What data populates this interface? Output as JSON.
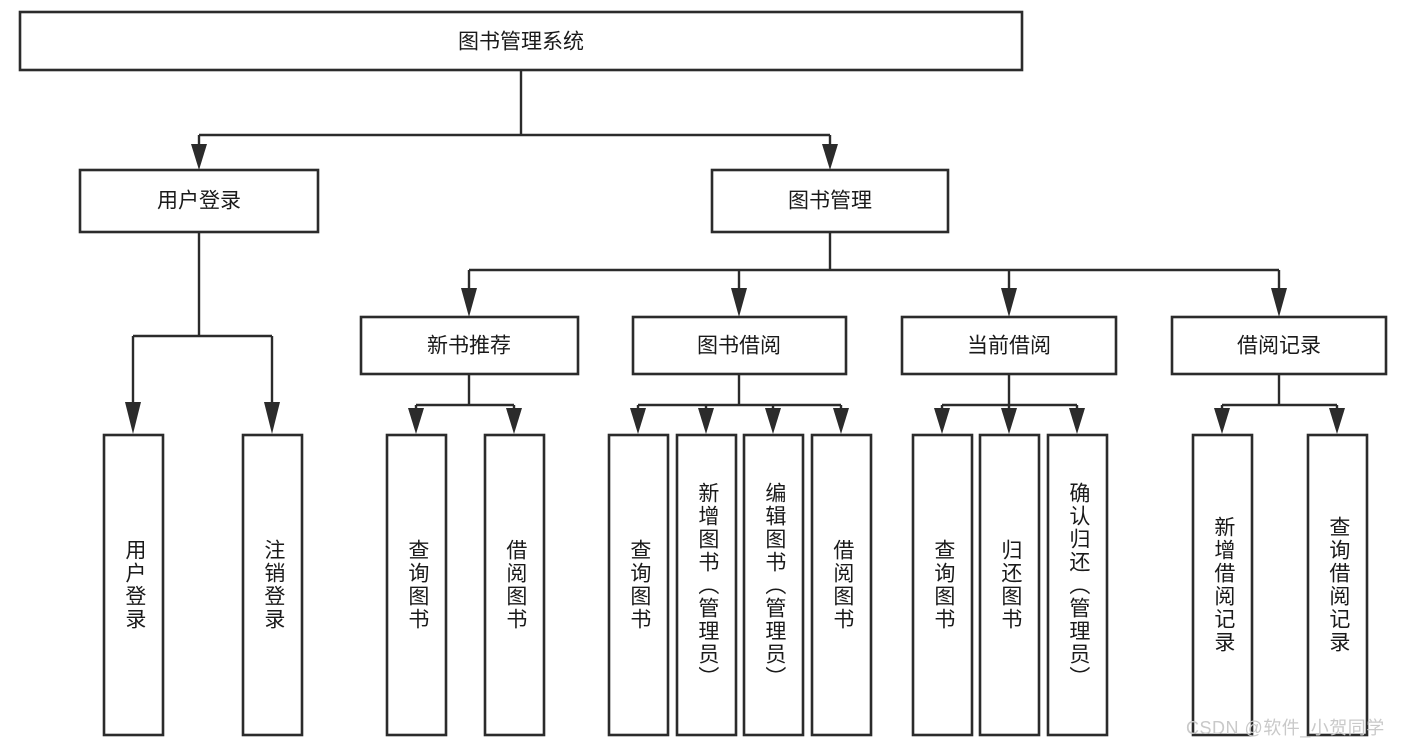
{
  "diagram": {
    "title": "图书管理系统",
    "type": "tree-hierarchy",
    "root": {
      "id": "root",
      "label": "图书管理系统"
    },
    "level2": [
      {
        "id": "user-login",
        "label": "用户登录"
      },
      {
        "id": "book-manage",
        "label": "图书管理"
      }
    ],
    "level3": [
      {
        "id": "new-book-rec",
        "label": "新书推荐",
        "parent": "book-manage"
      },
      {
        "id": "book-borrow",
        "label": "图书借阅",
        "parent": "book-manage"
      },
      {
        "id": "current-borrow",
        "label": "当前借阅",
        "parent": "book-manage"
      },
      {
        "id": "borrow-record",
        "label": "借阅记录",
        "parent": "book-manage"
      }
    ],
    "leaves": [
      {
        "id": "leaf-user-login",
        "label": "用户登录",
        "parent": "user-login"
      },
      {
        "id": "leaf-user-logout",
        "label": "注销登录",
        "parent": "user-login"
      },
      {
        "id": "leaf-query-book-1",
        "label": "查询图书",
        "parent": "new-book-rec"
      },
      {
        "id": "leaf-borrow-book-1",
        "label": "借阅图书",
        "parent": "new-book-rec"
      },
      {
        "id": "leaf-query-book-2",
        "label": "查询图书",
        "parent": "book-borrow"
      },
      {
        "id": "leaf-add-book",
        "label": "新增图书（管理员）",
        "parent": "book-borrow"
      },
      {
        "id": "leaf-edit-book",
        "label": "编辑图书（管理员）",
        "parent": "book-borrow"
      },
      {
        "id": "leaf-borrow-book-2",
        "label": "借阅图书",
        "parent": "book-borrow"
      },
      {
        "id": "leaf-query-book-3",
        "label": "查询图书",
        "parent": "current-borrow"
      },
      {
        "id": "leaf-return-book",
        "label": "归还图书",
        "parent": "current-borrow"
      },
      {
        "id": "leaf-confirm-return",
        "label": "确认归还（管理员）",
        "parent": "current-borrow"
      },
      {
        "id": "leaf-add-record",
        "label": "新增借阅记录",
        "parent": "borrow-record"
      },
      {
        "id": "leaf-query-record",
        "label": "查询借阅记录",
        "parent": "borrow-record"
      }
    ],
    "colors": {
      "box_stroke": "#2b2b2b",
      "box_fill": "#ffffff",
      "connector": "#2b2b2b",
      "text": "#1a1a1a",
      "watermark": "#c9c9c9",
      "background": "#ffffff"
    }
  },
  "watermark": {
    "text": "CSDN @软件_小贺同学"
  }
}
